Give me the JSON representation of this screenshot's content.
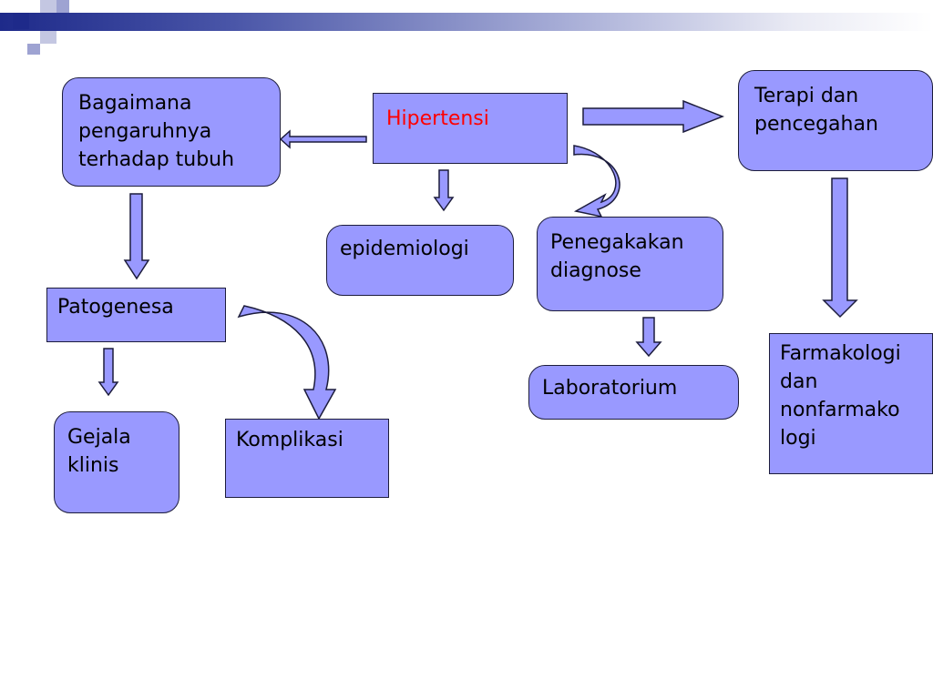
{
  "colors": {
    "node_fill": "#9999ff",
    "node_border": "#1c1c3c",
    "title_text": "#ff0000",
    "header_dark": "#1e2a8a"
  },
  "nodes": {
    "hipertensi": "Hipertensi",
    "pengaruh": "Bagaimana\npengaruhnya\nterhadap tubuh",
    "terapi": "Terapi dan\npencegahan",
    "epidemiologi": "epidemiologi",
    "diagnose": "Penegakakan\ndiagnose",
    "patogenesa": "Patogenesa",
    "laboratorium": "Laboratorium",
    "farmakologi": "Farmakologi\ndan\nnonfarmako\nlogi",
    "gejala": "Gejala\nklinis",
    "komplikasi": "Komplikasi"
  }
}
